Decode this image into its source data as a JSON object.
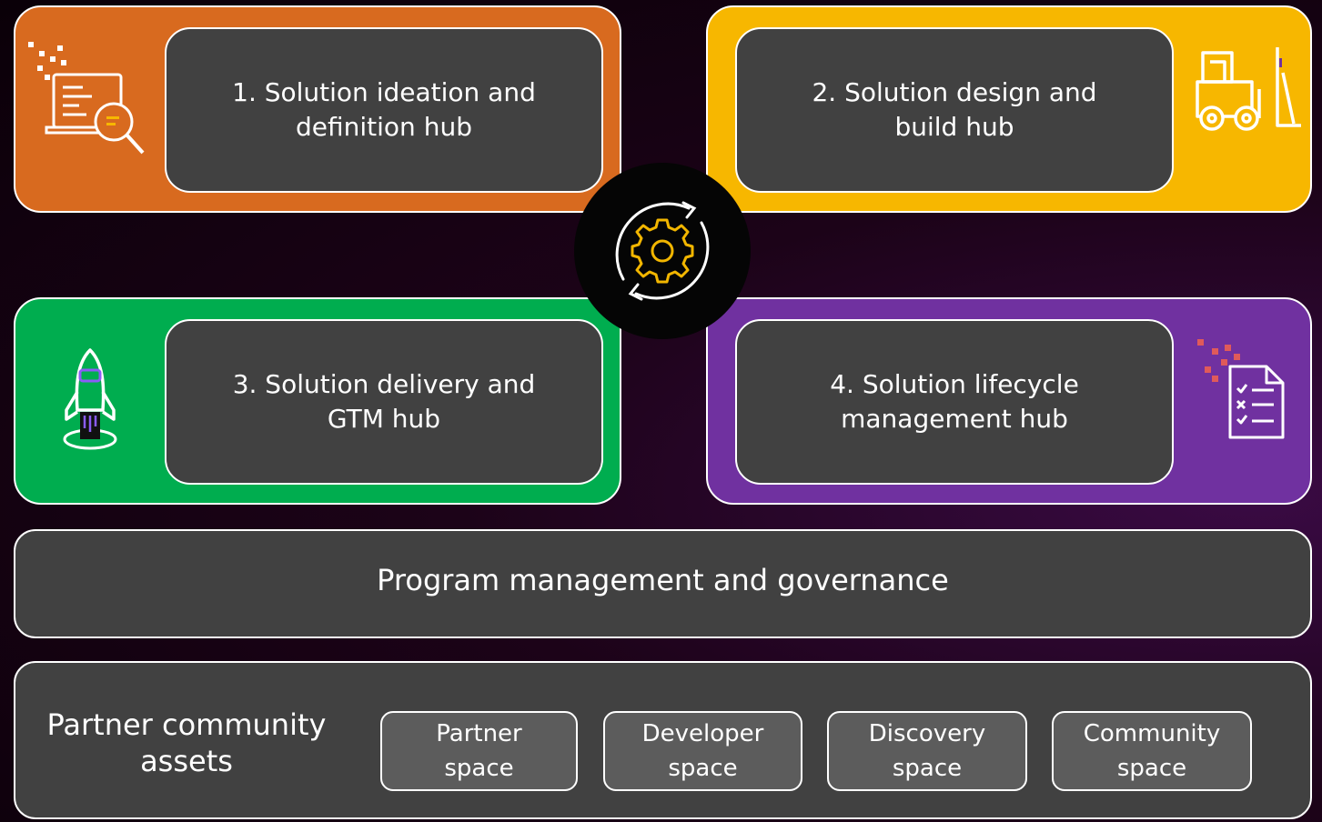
{
  "colors": {
    "hub1": "#d86a1f",
    "hub2": "#f7b700",
    "hub3": "#00ad4f",
    "hub4": "#7031a0",
    "panel": "#414141",
    "space": "#5c5c5c",
    "center_icon": "#f2b600"
  },
  "hubs": [
    {
      "title": "1. Solution ideation and\ndefinition hub",
      "icon": "code-search-icon"
    },
    {
      "title": "2. Solution design and\nbuild hub",
      "icon": "forklift-icon"
    },
    {
      "title": "3. Solution delivery and\nGTM hub",
      "icon": "rocket-icon"
    },
    {
      "title": "4. Solution lifecycle\nmanagement hub",
      "icon": "checklist-document-icon"
    }
  ],
  "center": {
    "icon": "gear-cycle-icon"
  },
  "program": {
    "label": "Program management and governance"
  },
  "community": {
    "label": "Partner community\nassets",
    "spaces": [
      "Partner\nspace",
      "Developer\nspace",
      "Discovery\nspace",
      "Community\nspace"
    ]
  }
}
